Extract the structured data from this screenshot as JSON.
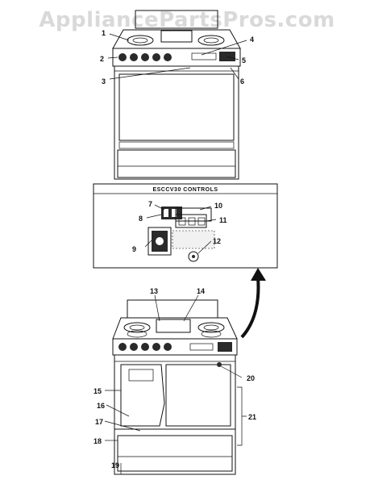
{
  "watermark": "AppliancePartsPros.com",
  "inset_title": "ESCCV30 CONTROLS",
  "callouts": [
    "1",
    "2",
    "3",
    "4",
    "5",
    "6",
    "7",
    "8",
    "9",
    "10",
    "11",
    "12",
    "13",
    "14",
    "15",
    "16",
    "17",
    "18",
    "19",
    "20",
    "21"
  ],
  "colors": {
    "ink": "#111111",
    "paper": "#ffffff",
    "watermark": "#d9d9d9",
    "fill_dark": "#2a2a2a"
  }
}
